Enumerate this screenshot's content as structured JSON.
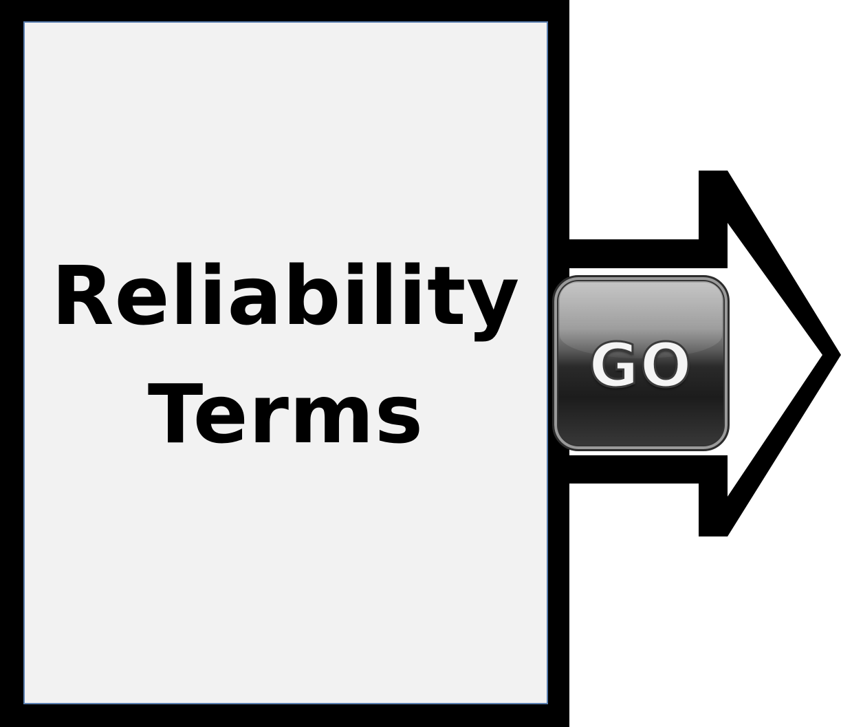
{
  "panel": {
    "title_line_1": "Reliability",
    "title_line_2": "Terms"
  },
  "go_button": {
    "label": "GO",
    "icon": "go-button-icon"
  },
  "arrow": {
    "icon": "right-arrow-icon"
  },
  "colors": {
    "frame": "#000000",
    "panel_fill": "#f2f2f2",
    "panel_border": "#5a7fb0",
    "background": "#ffffff"
  }
}
